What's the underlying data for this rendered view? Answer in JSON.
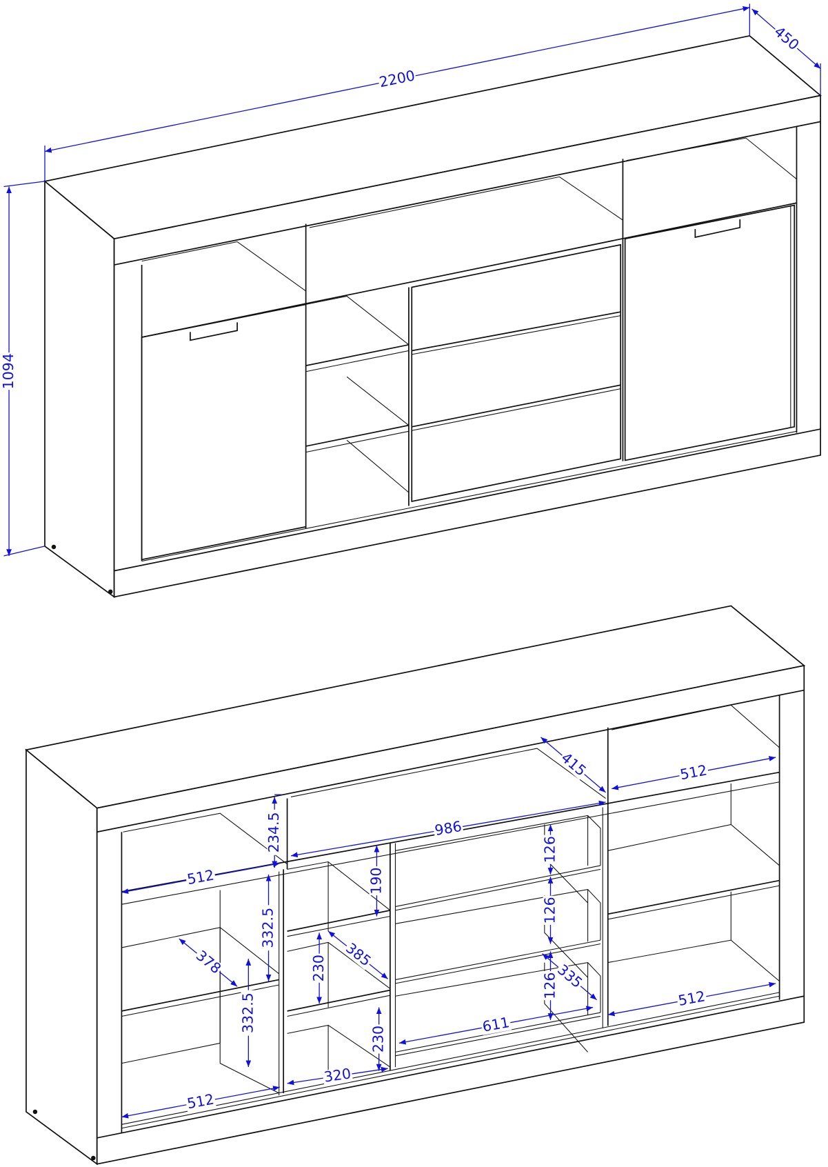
{
  "overall": {
    "width": "2200",
    "depth": "450",
    "height": "1094"
  },
  "interior": {
    "top_right_depth": "415",
    "top_right_width": "512",
    "top_middle_width": "986",
    "top_left_height": "234.5",
    "top_left_width": "512",
    "middle_upper_height": "190",
    "drawer_1_height": "126",
    "drawer_2_height": "126",
    "drawer_3_height": "126",
    "left_upper_height": "332.5",
    "left_lower_height": "332.5",
    "left_shelf_depth": "378",
    "middle_shelf_height": "230",
    "middle_shelf_depth": "385",
    "middle_lower_height": "230",
    "drawer_depth": "335",
    "drawer_width": "611",
    "right_bottom_width": "512",
    "middle_width": "320",
    "left_bottom_width": "512"
  },
  "colors": {
    "dimension": "#1010e0",
    "outline": "#111111"
  }
}
